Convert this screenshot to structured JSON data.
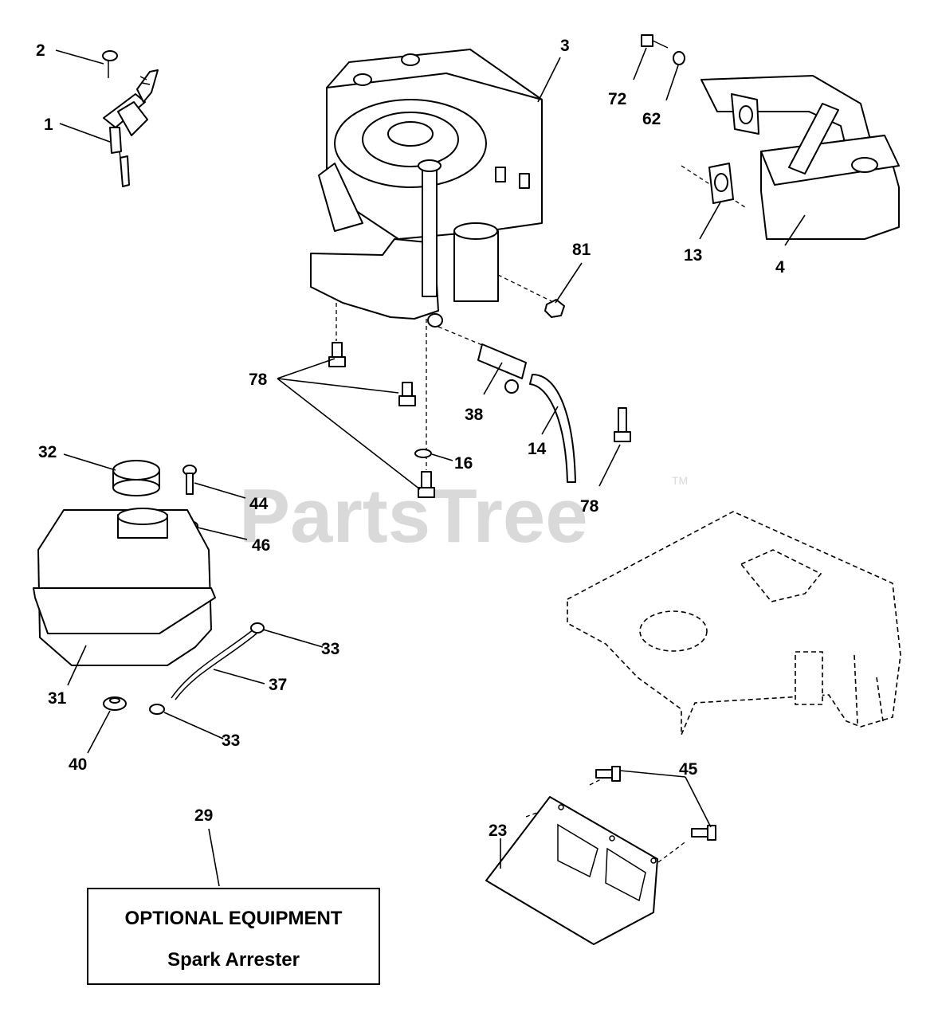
{
  "watermark": {
    "text": "PartsTree",
    "trademark": "TM"
  },
  "callouts": [
    {
      "id": "c1",
      "text": "1"
    },
    {
      "id": "c2",
      "text": "2"
    },
    {
      "id": "c3",
      "text": "3"
    },
    {
      "id": "c4",
      "text": "4"
    },
    {
      "id": "c13",
      "text": "13"
    },
    {
      "id": "c14",
      "text": "14"
    },
    {
      "id": "c16",
      "text": "16"
    },
    {
      "id": "c23",
      "text": "23"
    },
    {
      "id": "c29",
      "text": "29"
    },
    {
      "id": "c31",
      "text": "31"
    },
    {
      "id": "c32",
      "text": "32"
    },
    {
      "id": "c33a",
      "text": "33"
    },
    {
      "id": "c33b",
      "text": "33"
    },
    {
      "id": "c37",
      "text": "37"
    },
    {
      "id": "c38",
      "text": "38"
    },
    {
      "id": "c40",
      "text": "40"
    },
    {
      "id": "c44",
      "text": "44"
    },
    {
      "id": "c45",
      "text": "45"
    },
    {
      "id": "c46",
      "text": "46"
    },
    {
      "id": "c62",
      "text": "62"
    },
    {
      "id": "c72",
      "text": "72"
    },
    {
      "id": "c78a",
      "text": "78"
    },
    {
      "id": "c78b",
      "text": "78"
    },
    {
      "id": "c81",
      "text": "81"
    }
  ],
  "optional_box": {
    "title": "OPTIONAL EQUIPMENT",
    "subtitle": "Spark Arrester"
  }
}
